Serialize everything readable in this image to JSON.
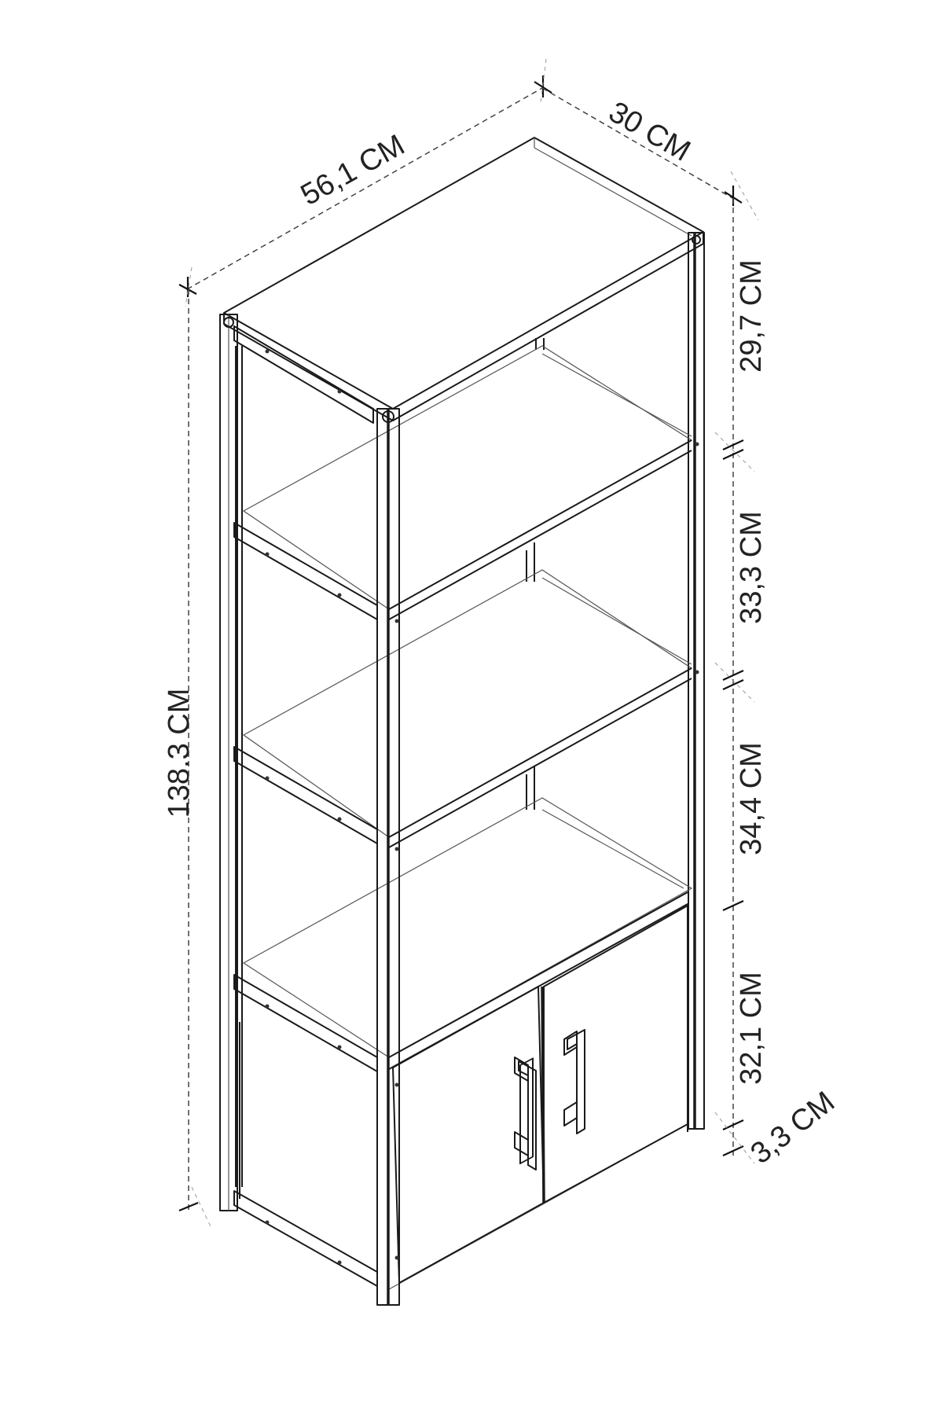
{
  "diagram": {
    "dimensions": {
      "width": "56,1 CM",
      "depth": "30 CM",
      "height_total": "138.3 CM",
      "shelf_top": "29,7 CM",
      "shelf_second": "33,3 CM",
      "shelf_third": "34,4 CM",
      "cabinet": "32,1 CM",
      "base": "3,3 CM"
    },
    "colors": {
      "line": "#1a1a1a",
      "background": "#ffffff"
    }
  }
}
